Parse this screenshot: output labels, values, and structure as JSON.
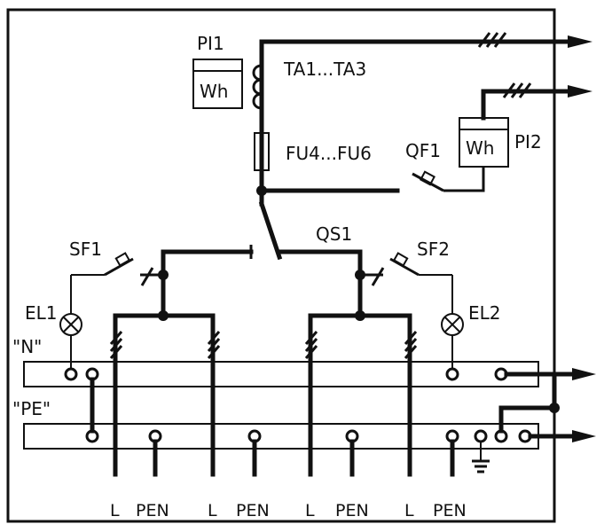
{
  "labels": {
    "pi1": "PI1",
    "wh1": "Wh",
    "ta": "TA1...TA3",
    "fu": "FU4...FU6",
    "qf1": "QF1",
    "wh2": "Wh",
    "pi2": "PI2",
    "qs1": "QS1",
    "sf1": "SF1",
    "sf2": "SF2",
    "el1": "EL1",
    "el2": "EL2",
    "n_bus": "\"N\"",
    "pe_bus": "\"PE\"",
    "out1_l": "L",
    "out1_pen": "PEN",
    "out2_l": "L",
    "out2_pen": "PEN",
    "out3_l": "L",
    "out3_pen": "PEN",
    "out4_l": "L",
    "out4_pen": "PEN"
  }
}
